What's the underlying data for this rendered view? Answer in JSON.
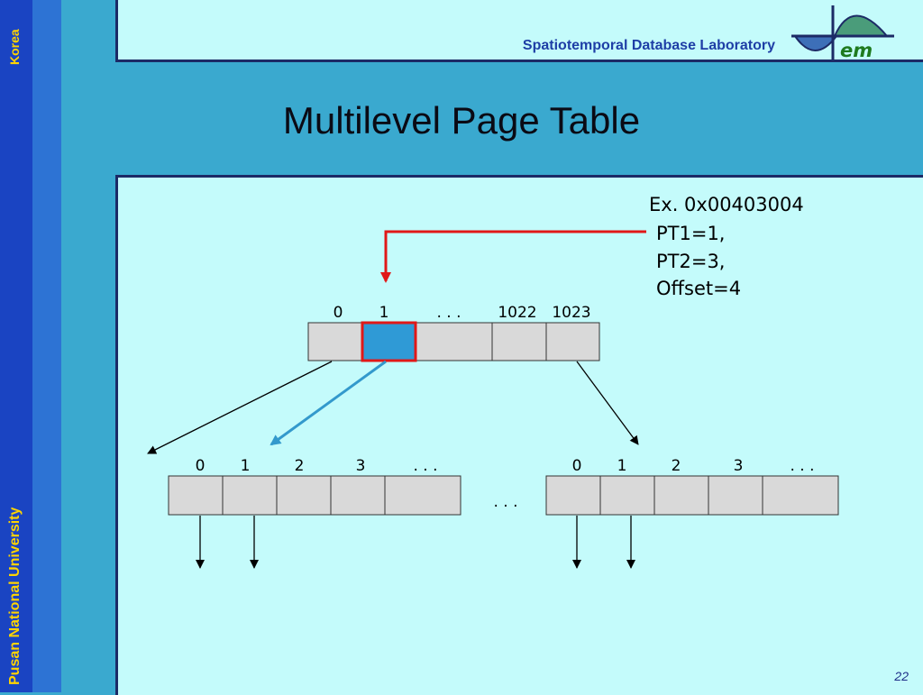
{
  "header": {
    "lab_name": "Spatiotemporal Database Laboratory",
    "logo_text": "em"
  },
  "sidebar": {
    "top_text": "Korea",
    "bottom_text": "Pusan National University"
  },
  "slide": {
    "title": "Multilevel Page Table",
    "page_number": "22"
  },
  "example": {
    "line1": "Ex. 0x00403004",
    "line2": "PT1=1,",
    "line3": "PT2=3,",
    "line4": "Offset=4"
  },
  "diagram": {
    "top_table": {
      "indices": [
        "0",
        "1",
        ". . .",
        "1022",
        "1023"
      ],
      "highlighted_index": "1"
    },
    "left_table": {
      "indices": [
        "0",
        "1",
        "2",
        "3",
        ". . ."
      ]
    },
    "right_table": {
      "indices": [
        "0",
        "1",
        "2",
        "3",
        ". . ."
      ]
    },
    "between_ellipsis": ". . .",
    "colors": {
      "highlight_fill": "#2f9ad6",
      "highlight_border": "#e01818",
      "red_arrow": "#e01818",
      "blue_arrow": "#3399cc"
    }
  }
}
